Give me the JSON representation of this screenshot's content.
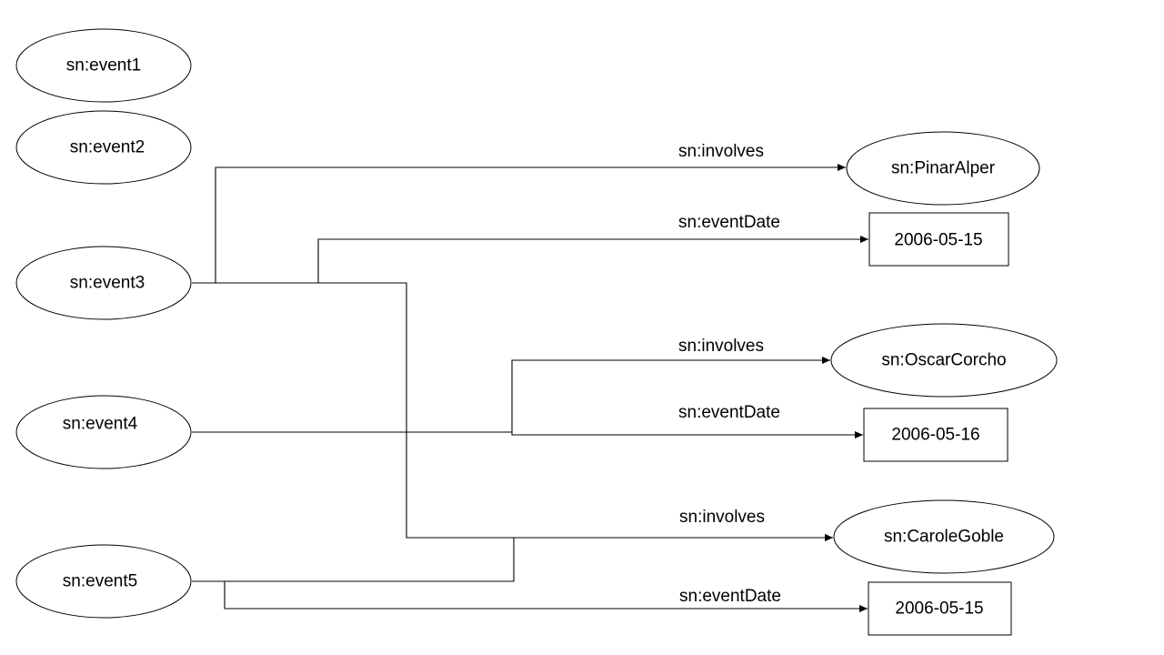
{
  "nodes": {
    "event1": "sn:event1",
    "event2": "sn:event2",
    "event3": "sn:event3",
    "event4": "sn:event4",
    "event5": "sn:event5",
    "pinar": "sn:PinarAlper",
    "oscar": "sn:OscarCorcho",
    "carole": "sn:CaroleGoble",
    "date_event3": "2006-05-15",
    "date_event4": "2006-05-16",
    "date_event5": "2006-05-15"
  },
  "edges": {
    "event3_involves": "sn:involves",
    "event3_eventdate": "sn:eventDate",
    "event4_involves": "sn:involves",
    "event4_eventdate": "sn:eventDate",
    "event5_involves": "sn:involves",
    "event5_eventdate": "sn:eventDate"
  }
}
